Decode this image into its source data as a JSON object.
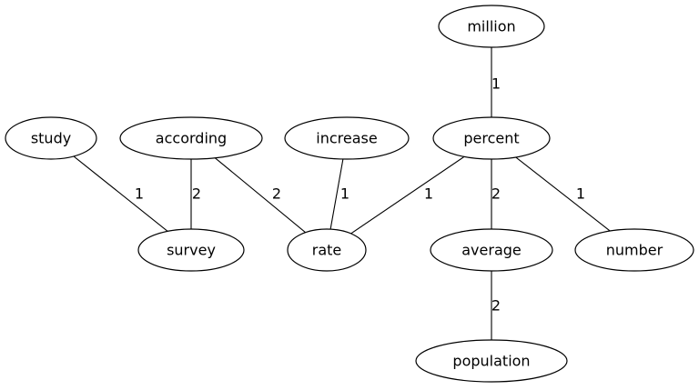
{
  "graph": {
    "nodes": [
      {
        "id": "million",
        "label": "million"
      },
      {
        "id": "study",
        "label": "study"
      },
      {
        "id": "according",
        "label": "according"
      },
      {
        "id": "increase",
        "label": "increase"
      },
      {
        "id": "percent",
        "label": "percent"
      },
      {
        "id": "survey",
        "label": "survey"
      },
      {
        "id": "rate",
        "label": "rate"
      },
      {
        "id": "average",
        "label": "average"
      },
      {
        "id": "number",
        "label": "number"
      },
      {
        "id": "population",
        "label": "population"
      }
    ],
    "edges": [
      {
        "source": "million",
        "target": "percent",
        "label": "1"
      },
      {
        "source": "study",
        "target": "survey",
        "label": "1"
      },
      {
        "source": "according",
        "target": "survey",
        "label": "2"
      },
      {
        "source": "according",
        "target": "rate",
        "label": "2"
      },
      {
        "source": "increase",
        "target": "rate",
        "label": "1"
      },
      {
        "source": "percent",
        "target": "rate",
        "label": "1"
      },
      {
        "source": "percent",
        "target": "average",
        "label": "2"
      },
      {
        "source": "percent",
        "target": "number",
        "label": "1"
      },
      {
        "source": "average",
        "target": "population",
        "label": "2"
      }
    ]
  }
}
